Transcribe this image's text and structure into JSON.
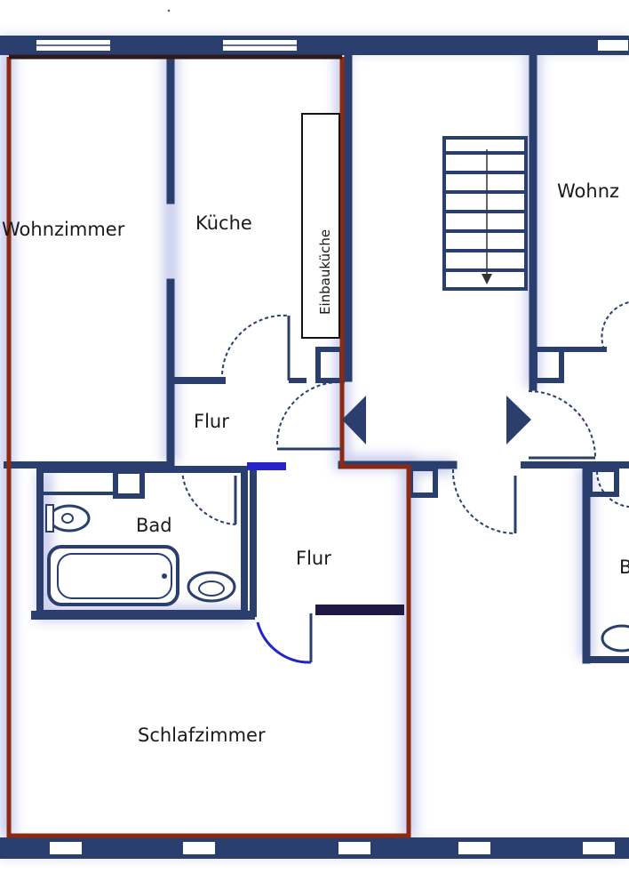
{
  "floorplan": {
    "rooms": {
      "wohnzimmer_left": "Wohnzimmer",
      "kueche": "Küche",
      "einbaukueche": "Einbauküche",
      "flur_upper": "Flur",
      "bad_left": "Bad",
      "flur_lower": "Flur",
      "schlafzimmer": "Schlafzimmer",
      "wohnzimmer_right": "Wohnz",
      "bad_right_partial": "B"
    },
    "colors": {
      "wall": "#2b3f6e",
      "wall_glow": "#8a94d8",
      "unit_outline": "#8b2a10",
      "door_blue": "#2424c8",
      "door_dark": "#221844",
      "window_fill": "#ffffff"
    },
    "icons": [
      "stair-icon",
      "arrow-left-icon",
      "arrow-right-icon",
      "bathtub-icon",
      "washbasin-icon",
      "toilet-icon"
    ]
  }
}
